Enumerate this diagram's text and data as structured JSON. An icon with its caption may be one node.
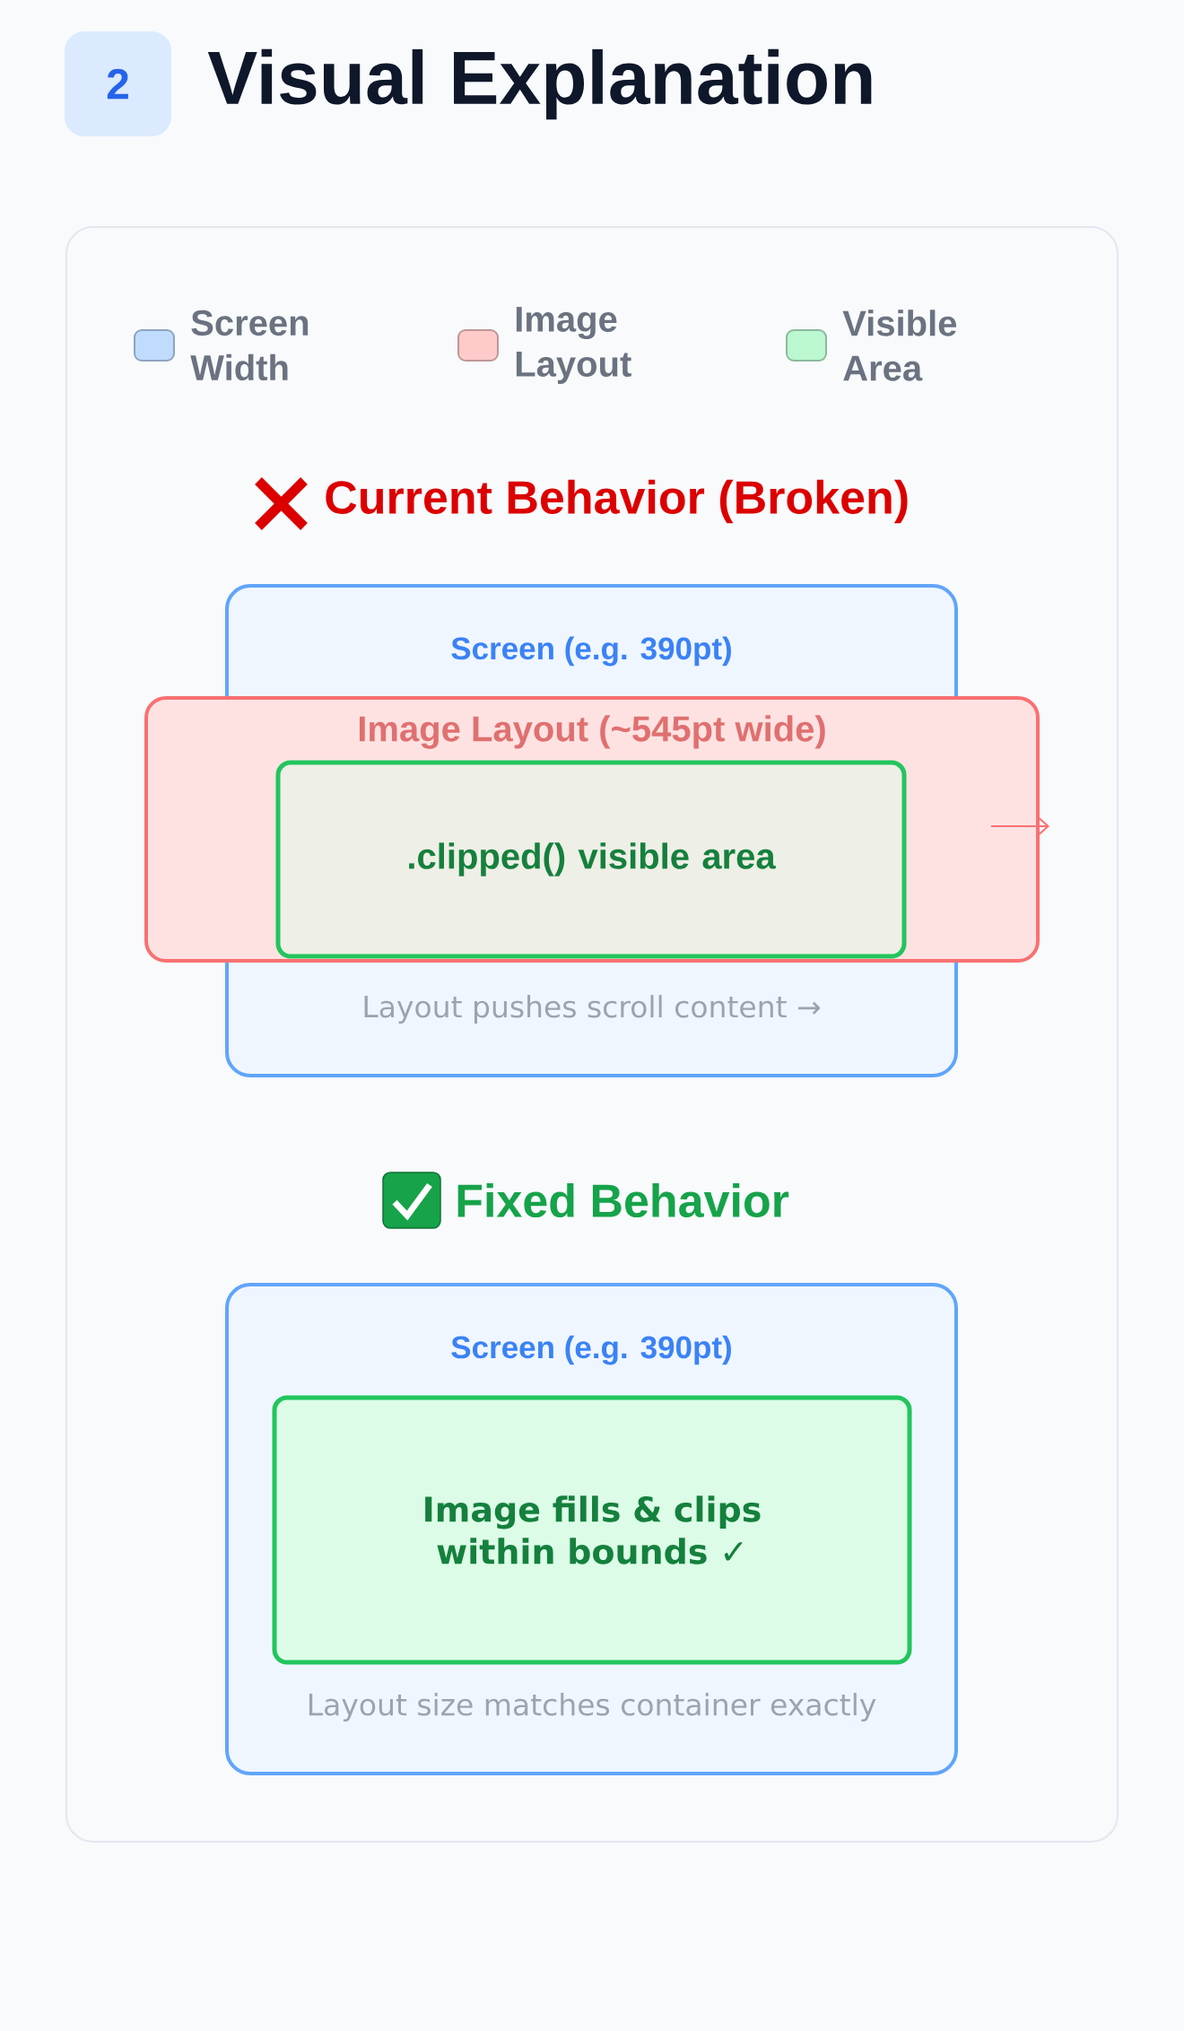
{
  "diagram": {
    "title": "Visual Explanation",
    "nodes": [
      {
        "text": [
          "2"
        ]
      },
      {
        "text": [
          "Screen (e.g. 390pt)",
          "Layout pushes scroll content →"
        ]
      },
      {
        "text": [
          "Image Layout (~545pt wide)"
        ]
      },
      {
        "text": [
          ".clipped() visible area"
        ],
        "in": 2
      },
      {
        "text": [
          "Screen (e.g. 390pt)",
          "Layout size matches container exactly"
        ]
      },
      {
        "text": [
          "Image fills & clips within bounds ✓"
        ],
        "in": 4
      }
    ],
    "labels": [
      "Current Behavior (Broken)",
      "Fixed Behavior"
    ],
    "legend": [
      {
        "text": "Screen Width",
        "color": "#bfdbfe"
      },
      {
        "text": "Image Layout",
        "color": "#fecaca"
      },
      {
        "text": "Visible Area",
        "color": "#bbf7d0"
      }
    ]
  }
}
